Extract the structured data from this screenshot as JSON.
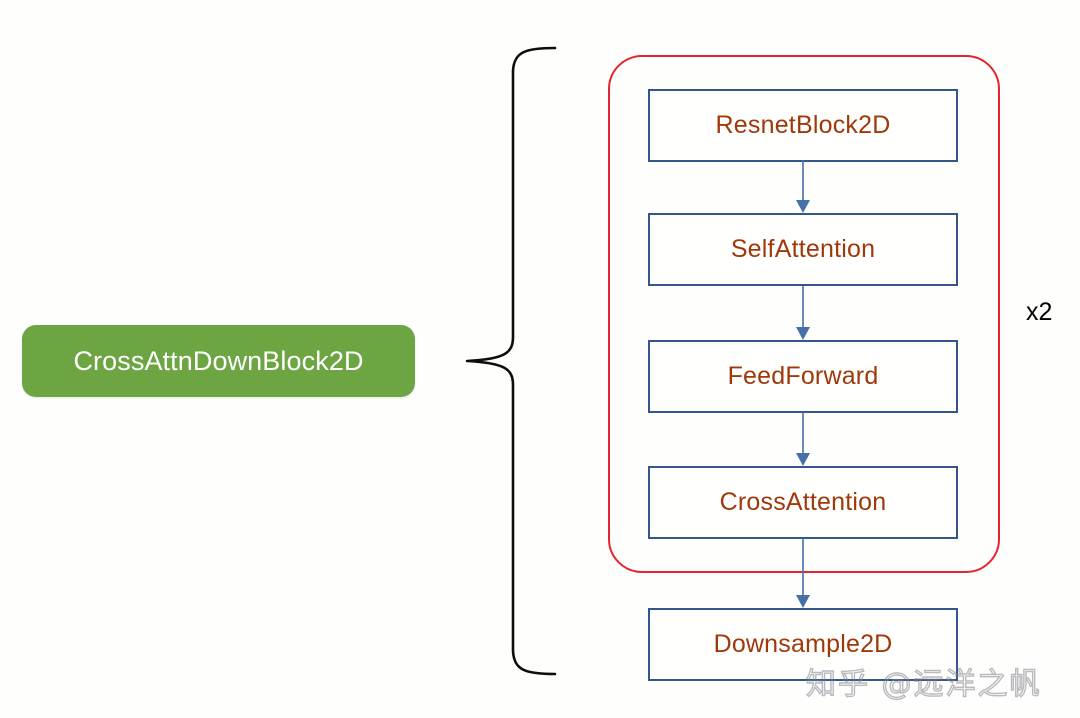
{
  "diagram": {
    "title": "CrossAttnDownBlock2D",
    "type": "block-diagram",
    "colors": {
      "green_block_fill": "#6da543",
      "green_block_text": "#ffffff",
      "node_border": "#33578c",
      "node_text": "#a0380c",
      "group_border": "#e5252c",
      "arrow": "#4472a8",
      "annotation_text": "#000000",
      "background": "#fefefc"
    },
    "summary_block": {
      "label": "CrossAttnDownBlock2D"
    },
    "brace": {
      "name": "left-curly-brace",
      "orientation": "opens-right"
    },
    "repeat_group": {
      "annotation": "x2",
      "nodes": [
        {
          "label": "ResnetBlock2D"
        },
        {
          "label": "SelfAttention"
        },
        {
          "label": "FeedForward"
        },
        {
          "label": "CrossAttention"
        }
      ]
    },
    "trailing_nodes": [
      {
        "label": "Downsample2D"
      }
    ],
    "connectors": [
      {
        "from": "ResnetBlock2D",
        "to": "SelfAttention"
      },
      {
        "from": "SelfAttention",
        "to": "FeedForward"
      },
      {
        "from": "FeedForward",
        "to": "CrossAttention"
      },
      {
        "from": "CrossAttention",
        "to": "Downsample2D"
      }
    ],
    "watermark": {
      "text": "知乎 @远洋之帆"
    }
  }
}
